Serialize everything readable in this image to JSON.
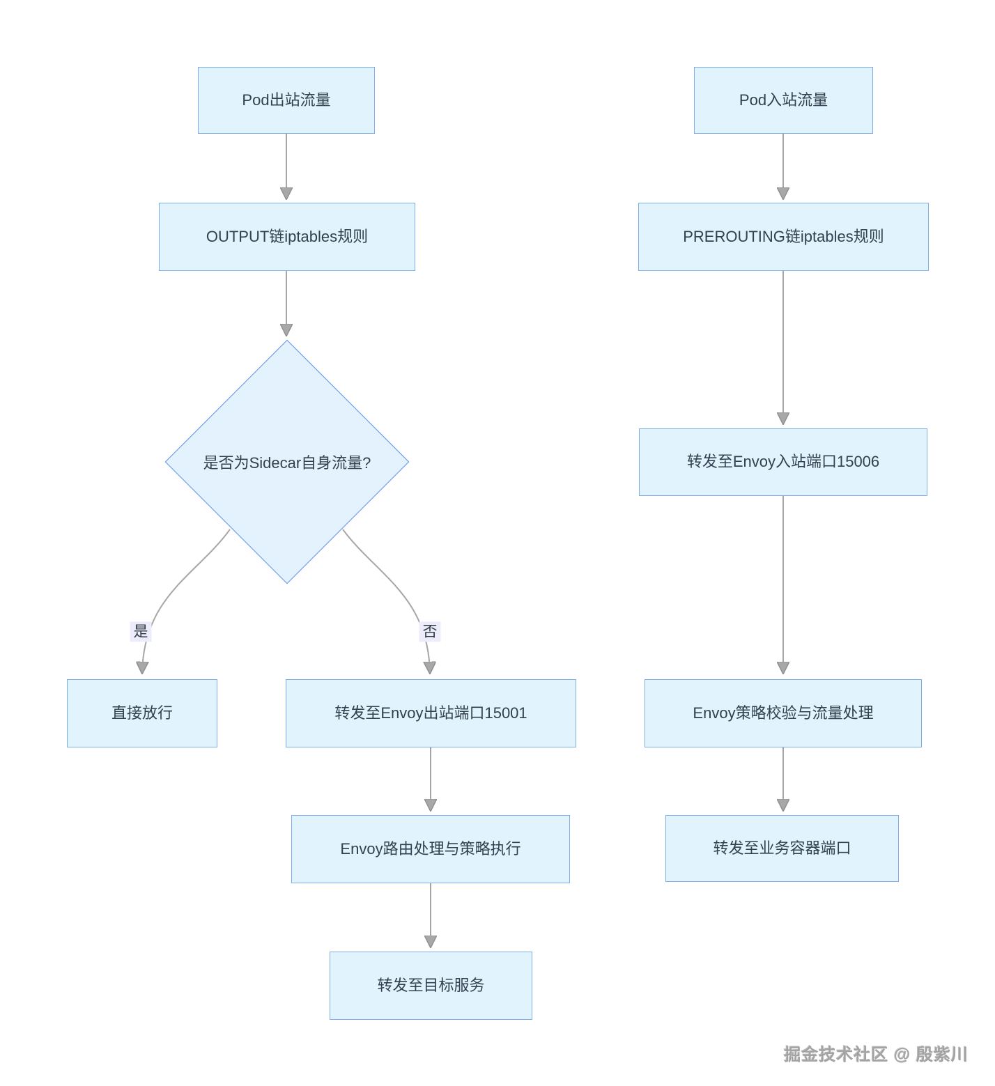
{
  "outbound": {
    "pod_out": "Pod出站流量",
    "output_chain": "OUTPUT链iptables规则",
    "decision": "是否为Sidecar自身流量?",
    "yes_label": "是",
    "no_label": "否",
    "direct_pass": "直接放行",
    "envoy_out_port": "转发至Envoy出站端口15001",
    "envoy_routing": "Envoy路由处理与策略执行",
    "target_service": "转发至目标服务"
  },
  "inbound": {
    "pod_in": "Pod入站流量",
    "prerouting_chain": "PREROUTING链iptables规则",
    "envoy_in_port": "转发至Envoy入站端口15006",
    "envoy_policy": "Envoy策略校验与流量处理",
    "container_port": "转发至业务容器端口"
  },
  "watermark": "掘金技术社区 @ 殷紫川",
  "colors": {
    "node_fill": "#E1F3FD",
    "node_border": "#7EAEE4",
    "decision_border": "#5B8DEF",
    "edge_line": "#A6A6A6",
    "arrowhead_fill": "#A8A8A8",
    "edge_label_bg": "#ECECFA",
    "node_text": "#33404D",
    "watermark_text": "#A3A3A3",
    "background": "#FFFFFF"
  }
}
